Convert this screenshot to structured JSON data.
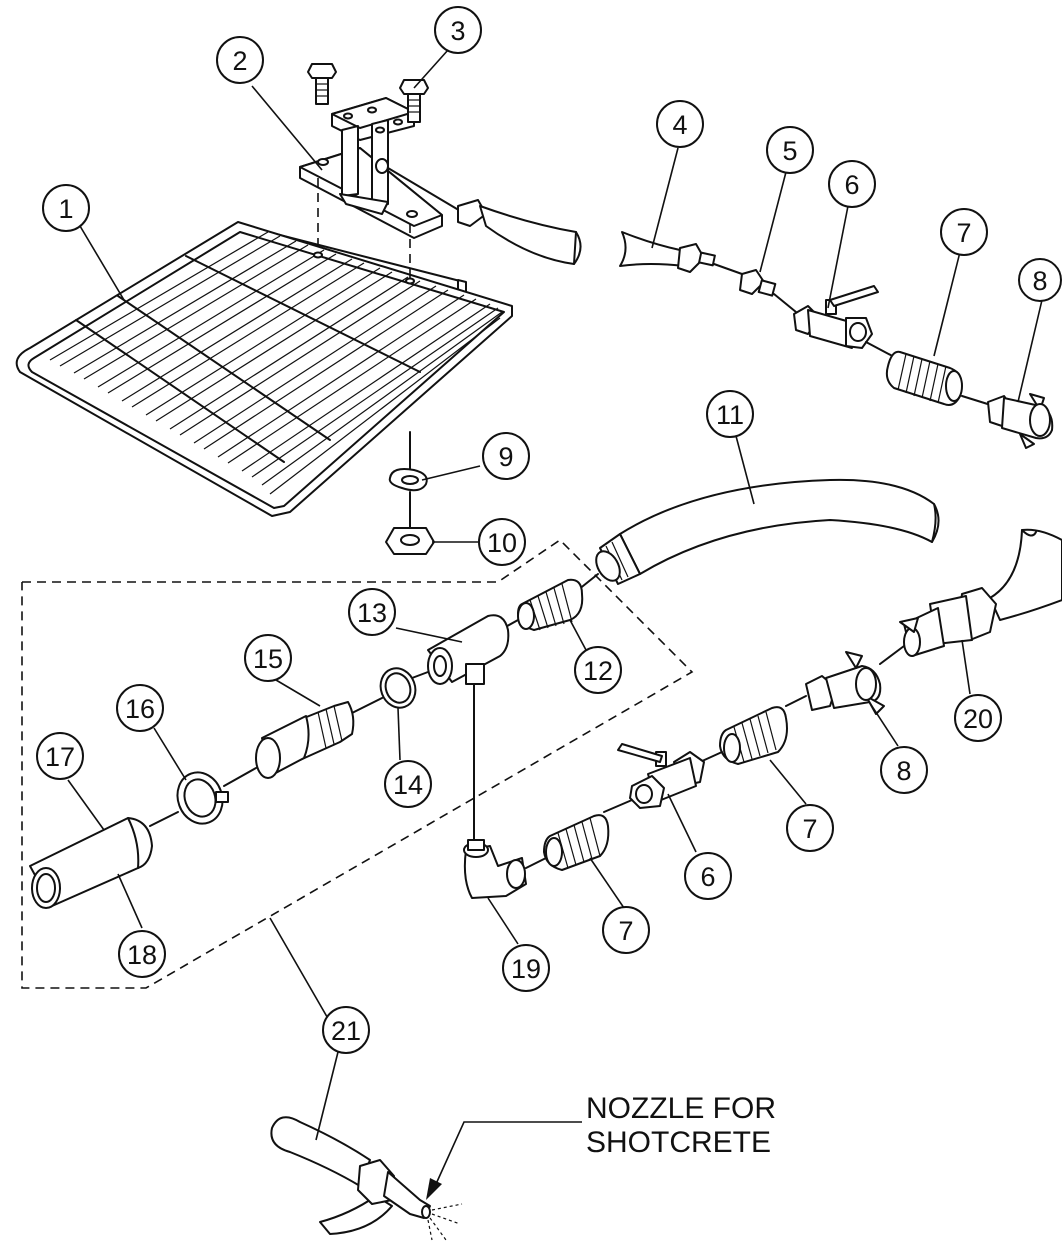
{
  "diagram": {
    "callouts": [
      {
        "id": "c1",
        "text": "1"
      },
      {
        "id": "c2",
        "text": "2"
      },
      {
        "id": "c3",
        "text": "3"
      },
      {
        "id": "c4",
        "text": "4"
      },
      {
        "id": "c5",
        "text": "5"
      },
      {
        "id": "c6a",
        "text": "6"
      },
      {
        "id": "c7a",
        "text": "7"
      },
      {
        "id": "c8a",
        "text": "8"
      },
      {
        "id": "c9",
        "text": "9"
      },
      {
        "id": "c10",
        "text": "10"
      },
      {
        "id": "c11",
        "text": "11"
      },
      {
        "id": "c12",
        "text": "12"
      },
      {
        "id": "c13",
        "text": "13"
      },
      {
        "id": "c14",
        "text": "14"
      },
      {
        "id": "c15",
        "text": "15"
      },
      {
        "id": "c16",
        "text": "16"
      },
      {
        "id": "c17",
        "text": "17"
      },
      {
        "id": "c18",
        "text": "18"
      },
      {
        "id": "c19",
        "text": "19"
      },
      {
        "id": "c20",
        "text": "20"
      },
      {
        "id": "c21",
        "text": "21"
      },
      {
        "id": "c6b",
        "text": "6"
      },
      {
        "id": "c7b",
        "text": "7"
      },
      {
        "id": "c7c",
        "text": "7"
      },
      {
        "id": "c8b",
        "text": "8"
      }
    ],
    "nozzle_label": {
      "line1": "NOZZLE FOR",
      "line2": "SHOTCRETE"
    }
  }
}
